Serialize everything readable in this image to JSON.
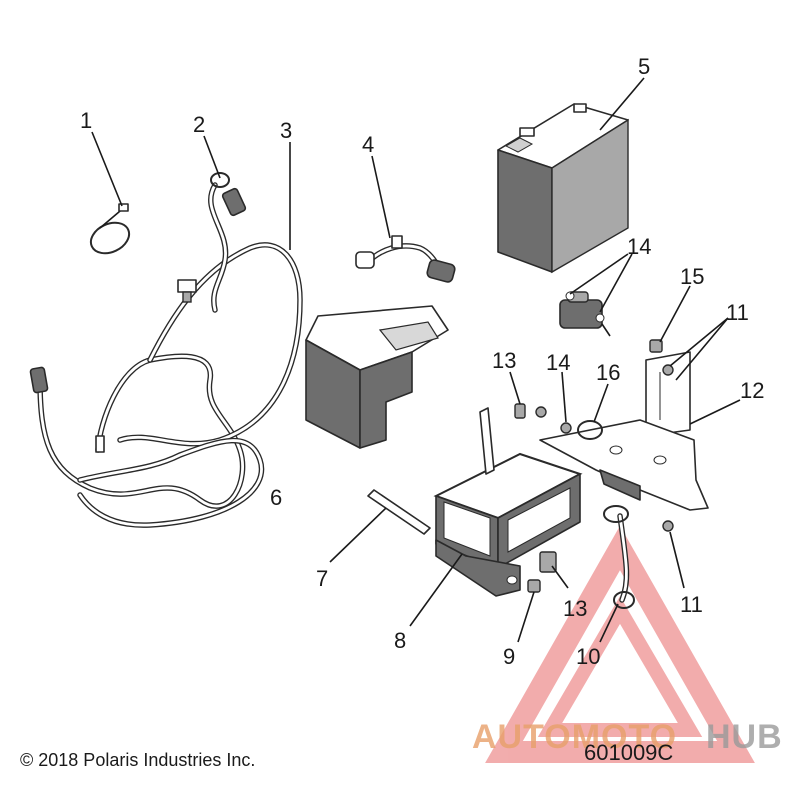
{
  "callouts": {
    "c1": "1",
    "c2": "2",
    "c3": "3",
    "c4": "4",
    "c5": "5",
    "c6": "6",
    "c7": "7",
    "c8": "8",
    "c9": "9",
    "c10": "10",
    "c11a": "11",
    "c11b": "11",
    "c12": "12",
    "c13a": "13",
    "c13b": "13",
    "c14a": "14",
    "c14b": "14",
    "c15": "15",
    "c16": "16"
  },
  "footer": {
    "copyright": "© 2018 Polaris Industries Inc.",
    "diagram_number": "601009C"
  },
  "watermark": {
    "word_part1": "AUTOMOTO",
    "word_part2": "HUB",
    "color_primary": "#e8a06a",
    "color_accent": "#e86a6a",
    "color_secondary": "#9a9a9a"
  }
}
